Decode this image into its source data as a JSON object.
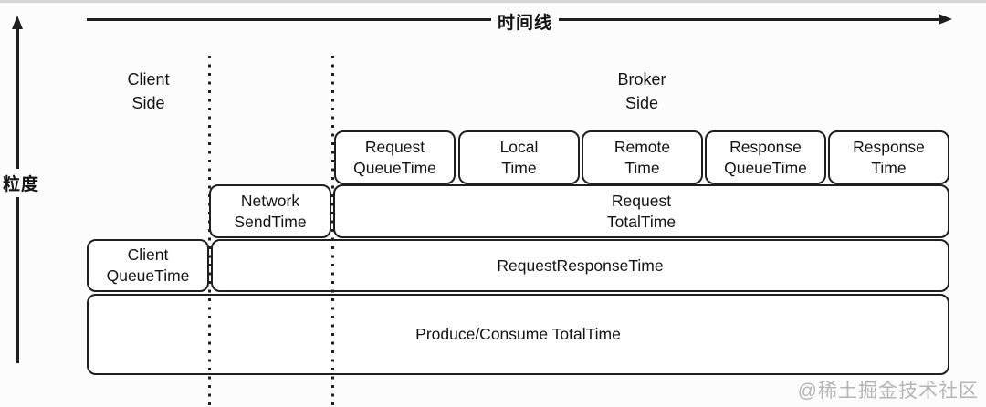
{
  "axes": {
    "timeline_label": "时间线",
    "granularity_label": "粒度"
  },
  "sections": {
    "client_side": "Client\nSide",
    "broker_side": "Broker\nSide"
  },
  "diagram": {
    "row1": [
      {
        "label": "Request\nQueueTime"
      },
      {
        "label": "Local\nTime"
      },
      {
        "label": "Remote\nTime"
      },
      {
        "label": "Response\nQueueTime"
      },
      {
        "label": "Response\nTime"
      }
    ],
    "row2": [
      {
        "label": "Network\nSendTime"
      },
      {
        "label": "Request\nTotalTime"
      }
    ],
    "row3": [
      {
        "label": "Client\nQueueTime"
      },
      {
        "label": "RequestResponseTime"
      }
    ],
    "row4": [
      {
        "label": "Produce/Consume TotalTime"
      }
    ]
  },
  "colors": {
    "line": "#1f1f1f",
    "text": "#141414",
    "background": "#fcfcfc",
    "watermark_text": "#b5b5b5"
  },
  "footer": {
    "watermark": "@稀土掘金技术社区"
  }
}
